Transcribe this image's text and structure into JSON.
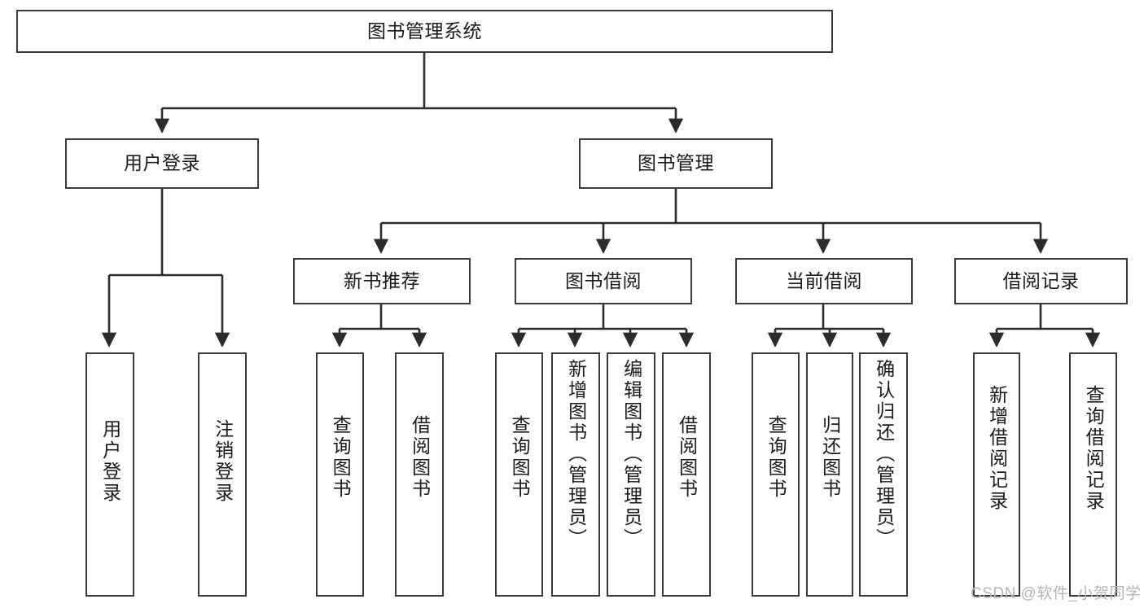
{
  "diagram": {
    "type": "hierarchy-tree",
    "title": "图书管理系统",
    "watermark": "CSDN @软件_小贺同学",
    "colors": {
      "background": "#ffffff",
      "box_border": "#3a3a3a",
      "connector": "#2b2b2b",
      "text": "#1a1a1a",
      "watermark": "#b6b6b6"
    },
    "levels": {
      "level1": [
        "图书管理系统"
      ],
      "level2": [
        "用户登录",
        "图书管理"
      ],
      "level3": [
        "新书推荐",
        "图书借阅",
        "当前借阅",
        "借阅记录"
      ],
      "level4": [
        "用户登录",
        "注销登录",
        "查询图书",
        "借阅图书",
        "查询图书",
        "新增图书（管理员）",
        "编辑图书（管理员）",
        "借阅图书",
        "查询图书",
        "归还图书",
        "确认归还（管理员）",
        "新增借阅记录",
        "查询借阅记录"
      ]
    },
    "nodes": {
      "root": {
        "label": "图书管理系统"
      },
      "user_login": {
        "label": "用户登录"
      },
      "book_mgmt": {
        "label": "图书管理"
      },
      "new_book_rec": {
        "label": "新书推荐"
      },
      "book_borrow": {
        "label": "图书借阅"
      },
      "current_borrow": {
        "label": "当前借阅"
      },
      "borrow_record": {
        "label": "借阅记录"
      },
      "leaf_user_login": {
        "label": "用户登录"
      },
      "leaf_logout": {
        "label": "注销登录"
      },
      "leaf_query_book_a": {
        "label": "查询图书"
      },
      "leaf_borrow_book_a": {
        "label": "借阅图书"
      },
      "leaf_query_book_b": {
        "label": "查询图书"
      },
      "leaf_add_book": {
        "label": "新增图书（管理员）"
      },
      "leaf_edit_book": {
        "label": "编辑图书（管理员）"
      },
      "leaf_borrow_book_b": {
        "label": "借阅图书"
      },
      "leaf_query_book_c": {
        "label": "查询图书"
      },
      "leaf_return_book": {
        "label": "归还图书"
      },
      "leaf_confirm_return": {
        "label": "确认归还（管理员）"
      },
      "leaf_add_record": {
        "label": "新增借阅记录"
      },
      "leaf_query_record": {
        "label": "查询借阅记录"
      }
    }
  }
}
